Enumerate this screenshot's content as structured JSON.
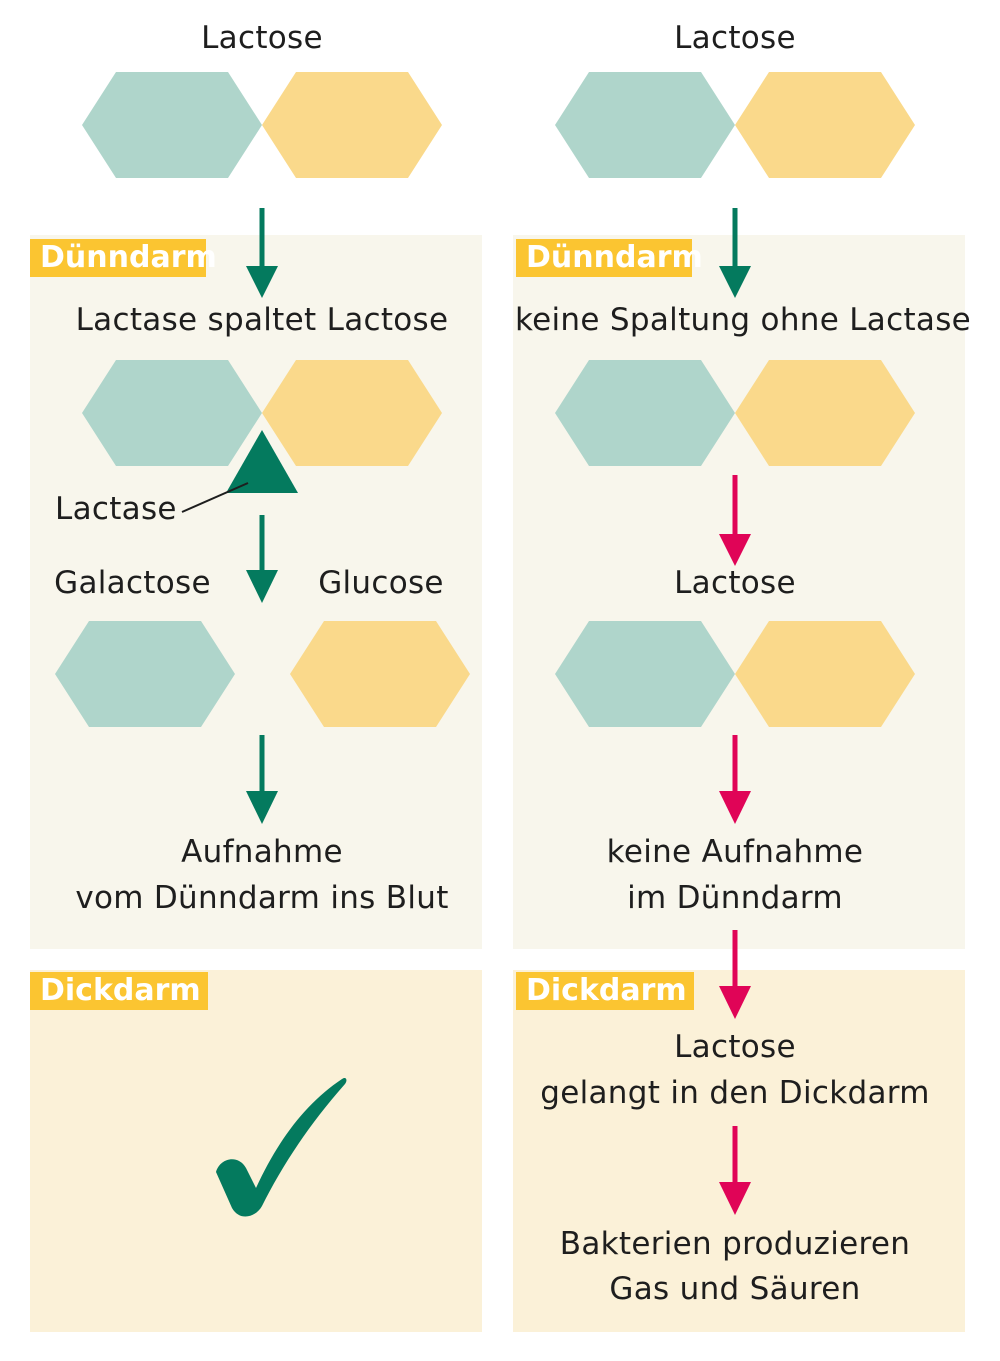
{
  "colors": {
    "hex_left": "#afd5cb",
    "hex_right": "#fad98b",
    "green": "#047a5e",
    "red": "#e00457",
    "tag_bg": "#fbc531",
    "panel_small": "#f8f6ec",
    "panel_large": "#fbf1d8"
  },
  "left": {
    "top_label": "Lactose",
    "small_tag": "Dünndarm",
    "split_text": "Lactase spaltet Lactose",
    "enzyme_label": "Lactase",
    "product_left": "Galactose",
    "product_right": "Glucose",
    "uptake_line1": "Aufnahme",
    "uptake_line2": "vom Dünndarm ins Blut",
    "large_tag": "Dickdarm",
    "result_icon": "checkmark-icon"
  },
  "right": {
    "top_label": "Lactose",
    "small_tag": "Dünndarm",
    "nosplit_text": "keine Spaltung ohne Lactase",
    "mid_label": "Lactose",
    "nouptake_line1": "keine Aufnahme",
    "nouptake_line2": "im Dünndarm",
    "large_tag": "Dickdarm",
    "colon_line1": "Lactose",
    "colon_line2": "gelangt in den Dickdarm",
    "bacteria_line1": "Bakterien produzieren",
    "bacteria_line2": "Gas und Säuren"
  }
}
